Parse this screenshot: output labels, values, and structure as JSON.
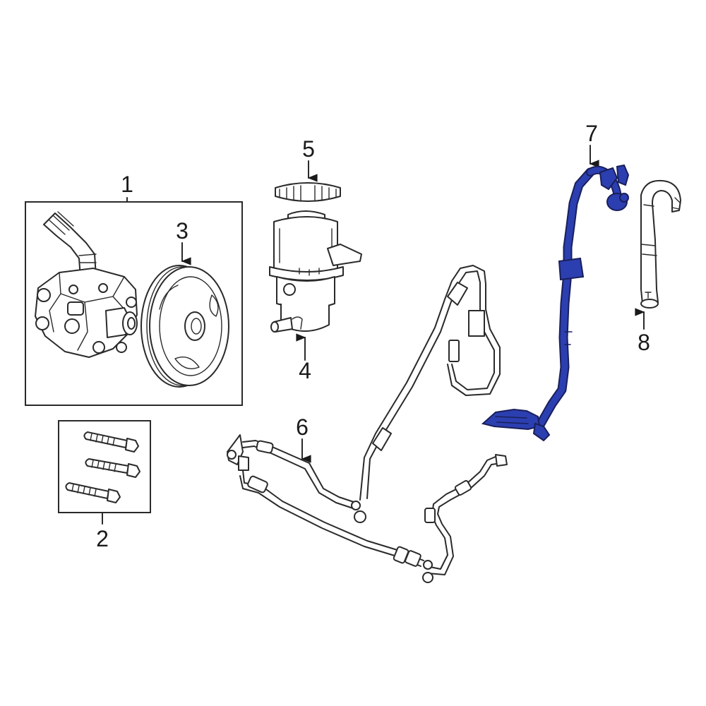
{
  "callouts": {
    "c1": "1",
    "c2": "2",
    "c3": "3",
    "c4": "4",
    "c5": "5",
    "c6": "6",
    "c7": "7",
    "c8": "8"
  },
  "colors": {
    "highlight": "#2b3fb0",
    "line": "#2a2a2a",
    "background": "#ffffff"
  }
}
